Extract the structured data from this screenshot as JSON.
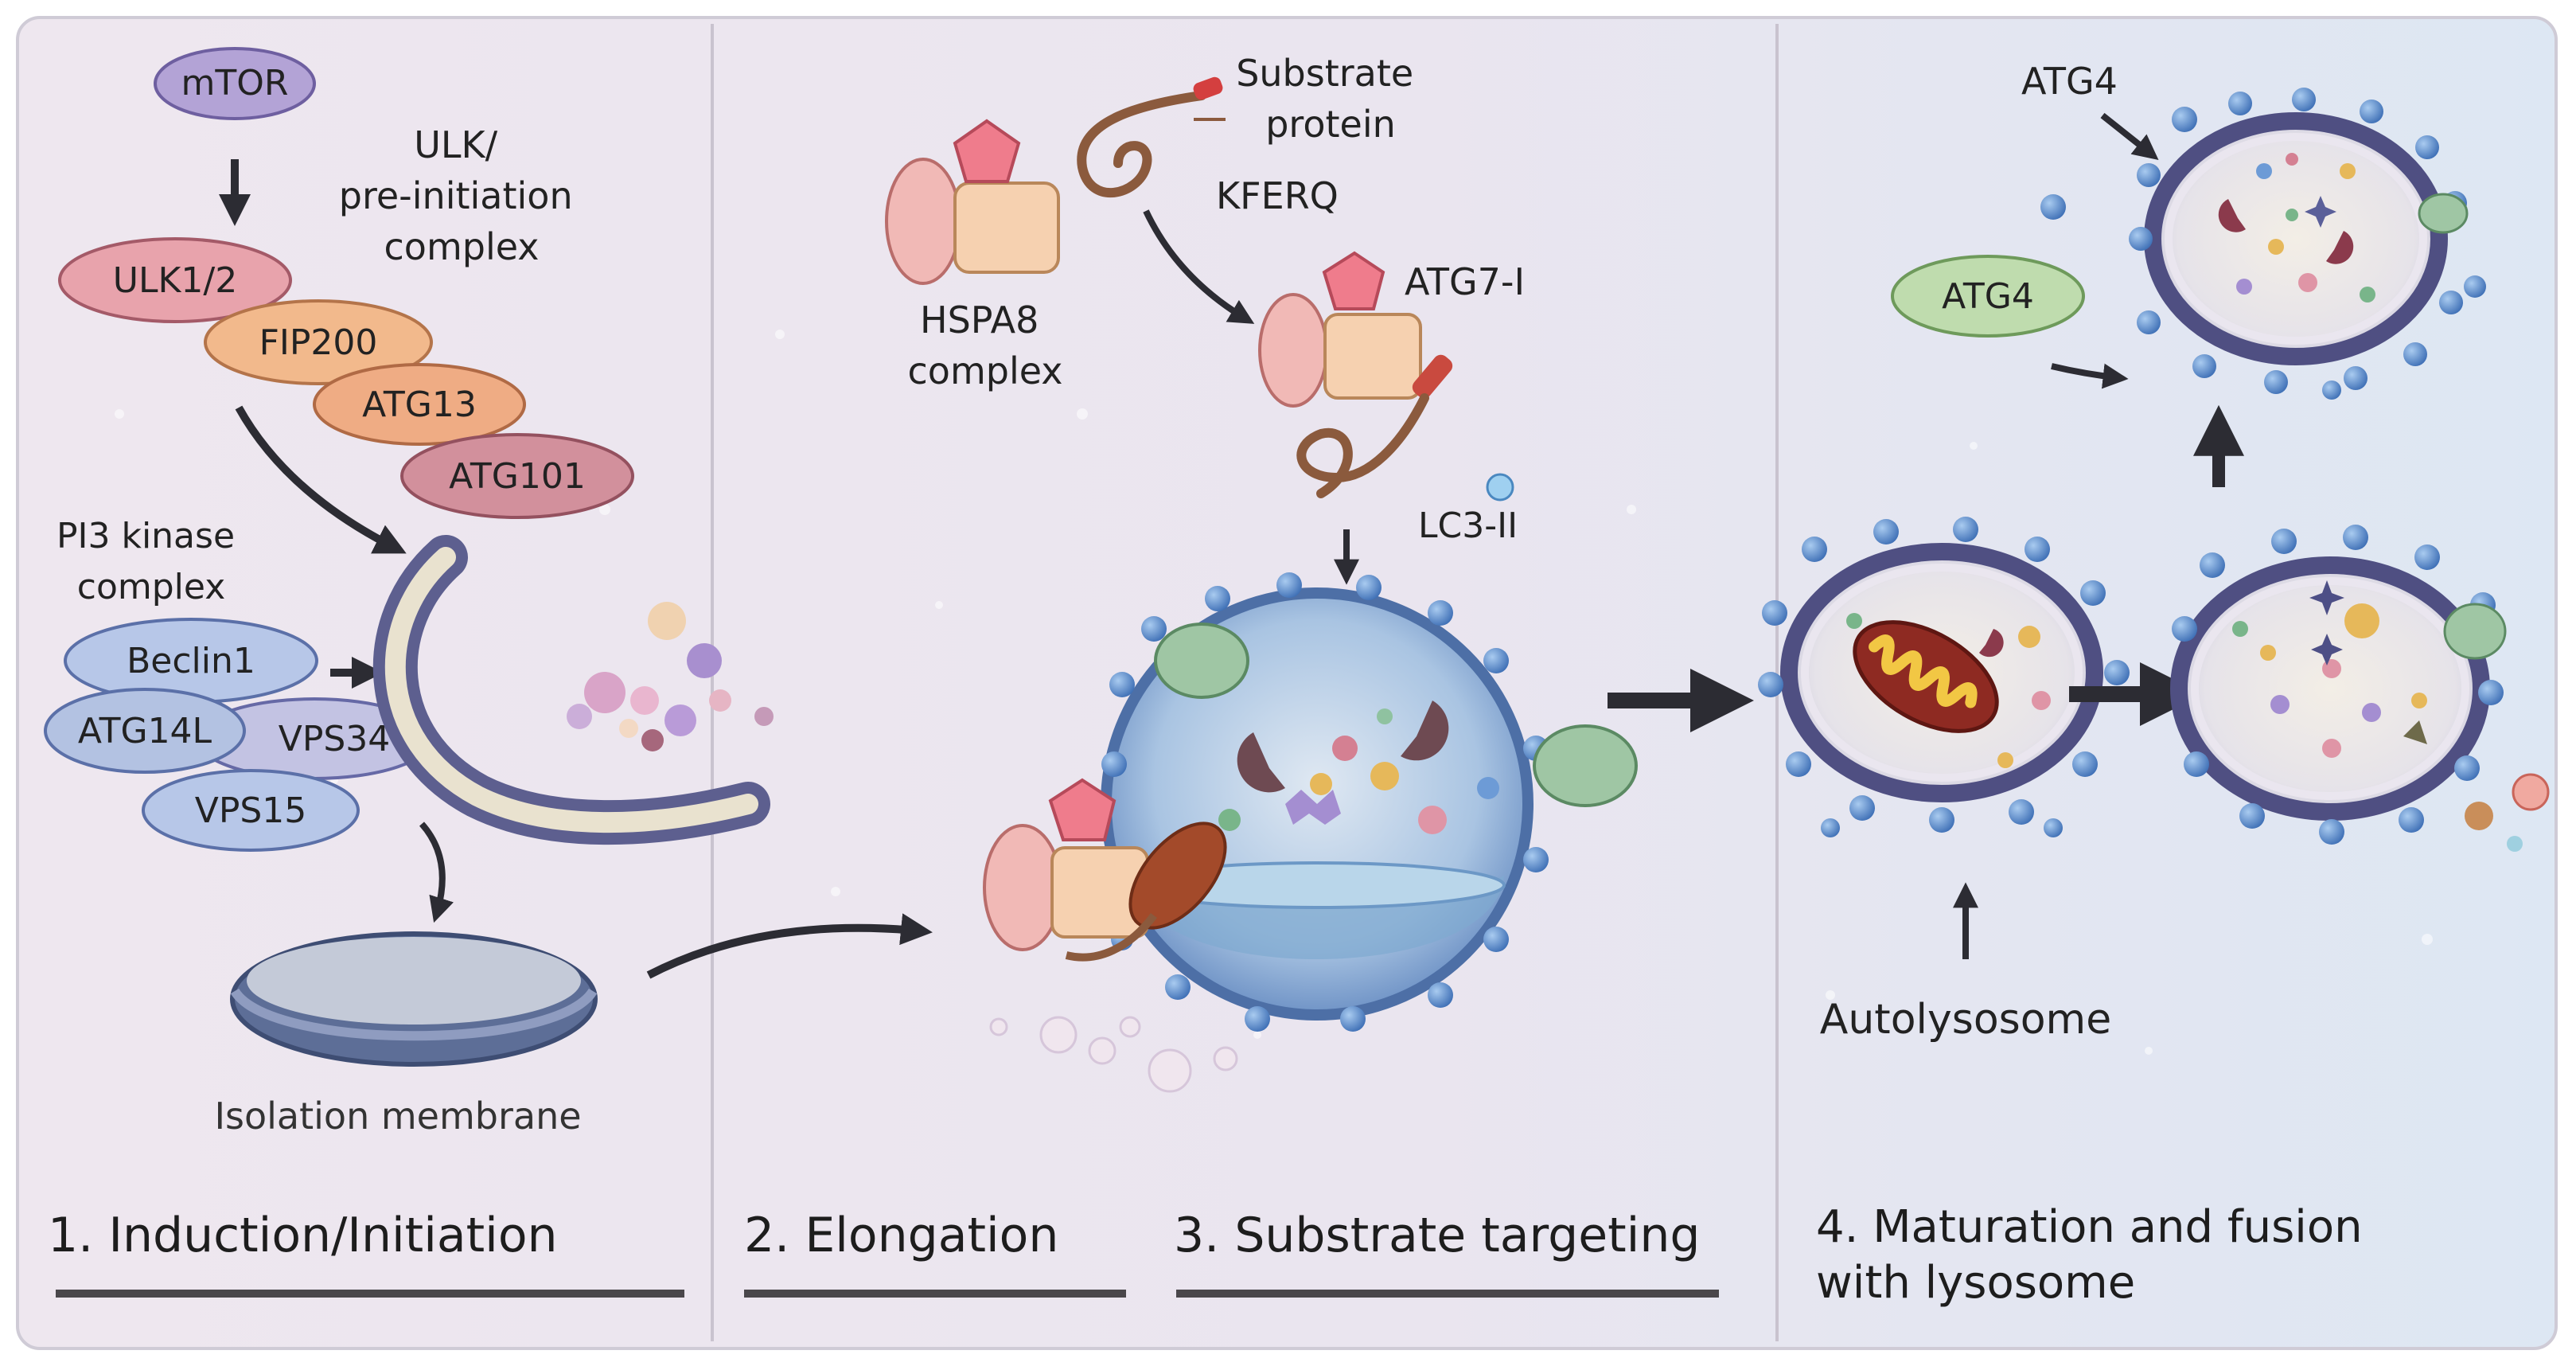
{
  "colors": {
    "bg_left": "#ece6ee",
    "bg_right": "#dfe8f3",
    "lavender": "#b3a3d6",
    "pink": "#e8a3ac",
    "orange": "#f2b98c",
    "mauve": "#d2909c",
    "blue_oval": "#b7c7e8",
    "green_oval": "#bfdcae",
    "arrow": "#2c2c33",
    "vesicle_blue": "#7aa6d6",
    "vesicle_rim": "#5d5f8f"
  },
  "panel1": {
    "mtor": "mTOR",
    "ulk_complex_label": [
      "ULK/",
      "pre-initiation",
      "complex"
    ],
    "ulk12": "ULK1/2",
    "fip200": "FIP200",
    "atg13": "ATG13",
    "atg101": "ATG101",
    "pi3k_label": [
      "PI3 kinase",
      "complex"
    ],
    "beclin1": "Beclin1",
    "atg14l": "ATG14L",
    "vps34": "VPS34",
    "vps15": "VPS15",
    "isolation_membrane": "Isolation membrane",
    "stage_title": "1. Induction/Initiation"
  },
  "panel2": {
    "substrate_protein": [
      "Substrate",
      "protein"
    ],
    "kferq": "KFERQ",
    "hspa8_label": [
      "HSPA8",
      "complex"
    ],
    "atg7": "ATG7-I",
    "lc3": "LC3-II",
    "stage_title_elongation": "2. Elongation",
    "stage_title_targeting": "3. Substrate targeting"
  },
  "panel4": {
    "atg4_top": "ATG4",
    "atg4_oval": "ATG4",
    "autolysosome": "Autolysosome",
    "stage_title": [
      "4. Maturation and fusion",
      "with lysosome"
    ]
  }
}
